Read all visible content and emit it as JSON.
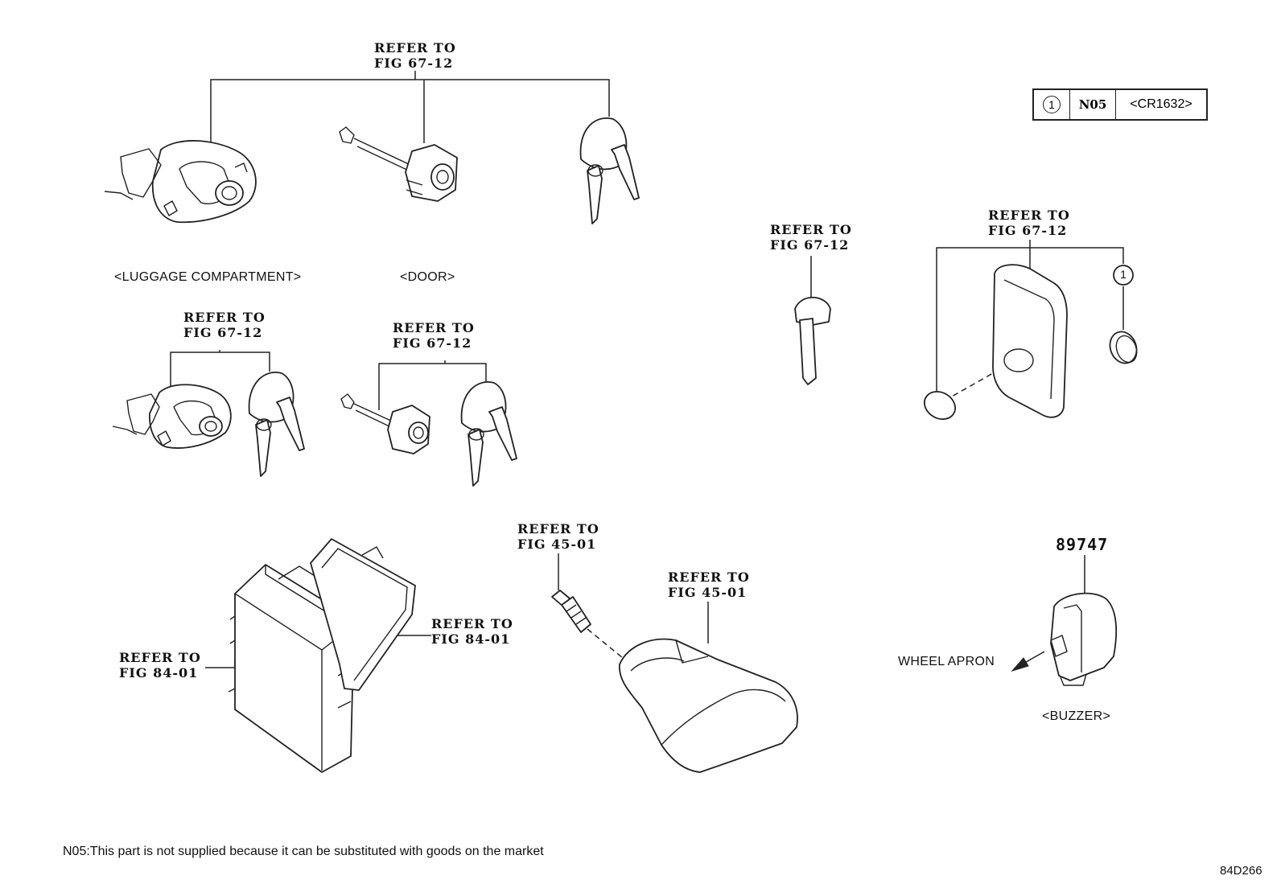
{
  "refs": {
    "r1": [
      "REFER TO",
      "FIG 67-12"
    ],
    "r2": [
      "REFER TO",
      "FIG 67-12"
    ],
    "r3": [
      "REFER TO",
      "FIG 67-12"
    ],
    "r4": [
      "REFER TO",
      "FIG 67-12"
    ],
    "r5": [
      "REFER TO",
      "FIG 67-12"
    ],
    "r6": [
      "REFER TO",
      "FIG 45-01"
    ],
    "r7": [
      "REFER TO",
      "FIG 45-01"
    ],
    "r8": [
      "REFER TO",
      "FIG 84-01"
    ],
    "r9": [
      "REFER TO",
      "FIG 84-01"
    ]
  },
  "captions": {
    "luggage": "<LUGGAGE COMPARTMENT>",
    "door": "<DOOR>",
    "buzzer": "<BUZZER>",
    "wheel_apron": "WHEEL APRON"
  },
  "part_number": "89747",
  "legend": {
    "symbol": "1",
    "code": "N05",
    "desc": "<CR1632>"
  },
  "callout_symbol": "1",
  "footnote": "N05:This part is not supplied because it can be substituted with goods on the market",
  "diagram_code": "84D266"
}
